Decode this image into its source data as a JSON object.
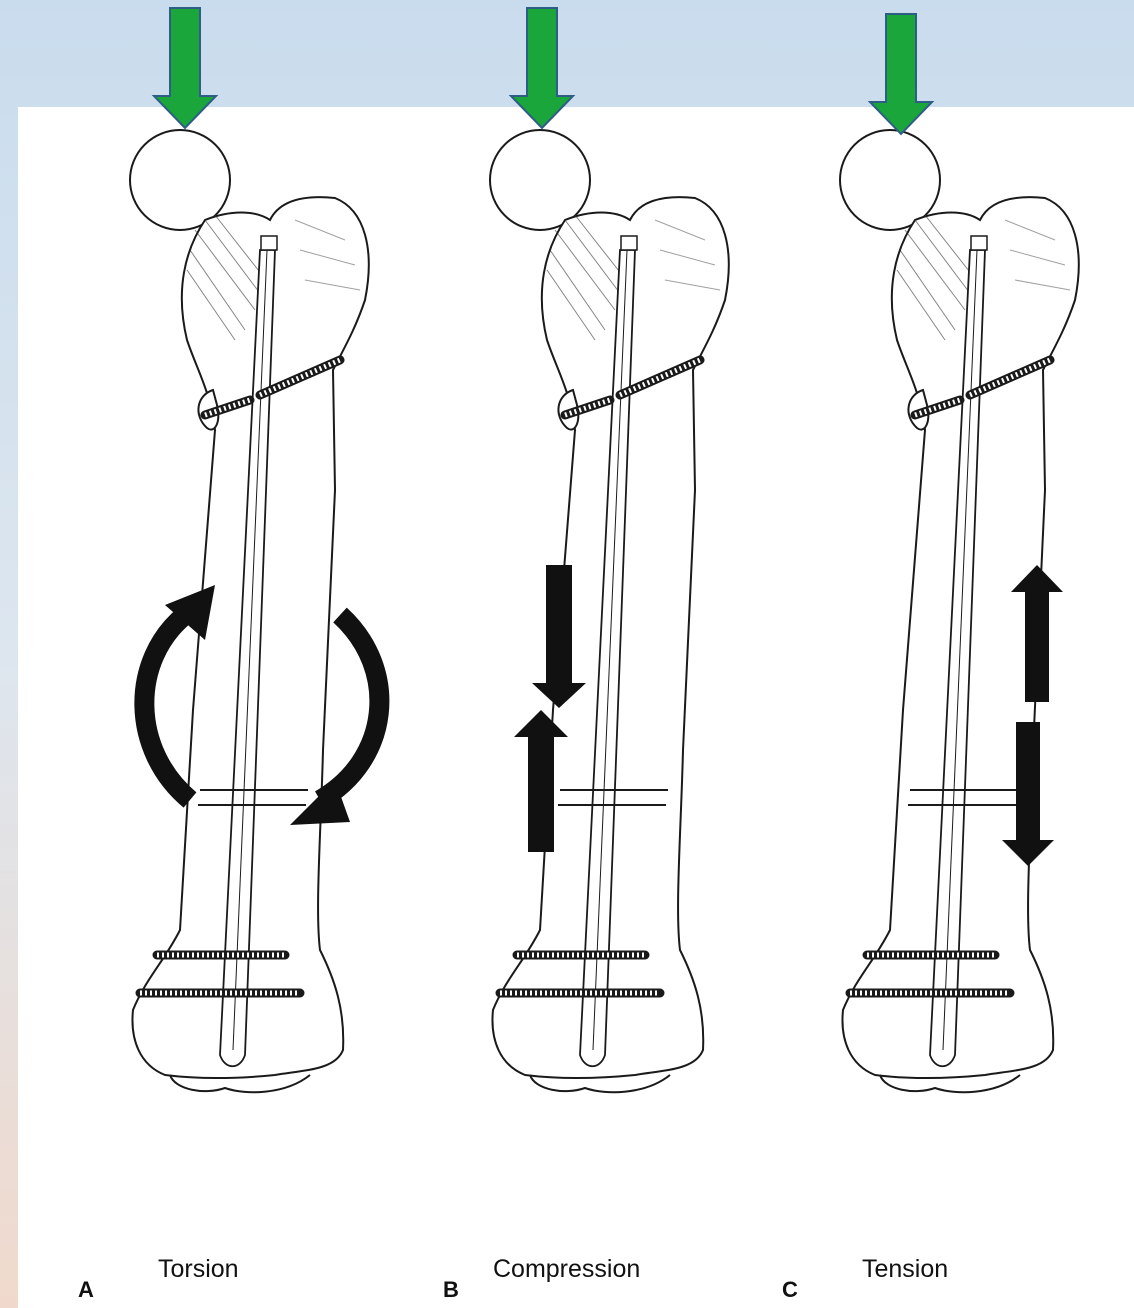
{
  "panels": [
    {
      "id": "A",
      "letter": "A",
      "caption": "Torsion"
    },
    {
      "id": "B",
      "letter": "B",
      "caption": "Compression"
    },
    {
      "id": "C",
      "letter": "C",
      "caption": "Tension"
    }
  ],
  "colors": {
    "load_arrow": "#1aa63a",
    "load_arrow_outline": "#2e5e86",
    "force_arrow": "#111111",
    "bone_fill": "#ffffff",
    "bone_line": "#1a1a1a",
    "background": "#dfe8f1",
    "figure_panel": "#ffffff"
  },
  "icons": {
    "load": "down-arrow-icon",
    "torsion": "curved-arrow-icon",
    "compression": "converging-arrows-icon",
    "tension": "diverging-arrows-icon"
  }
}
